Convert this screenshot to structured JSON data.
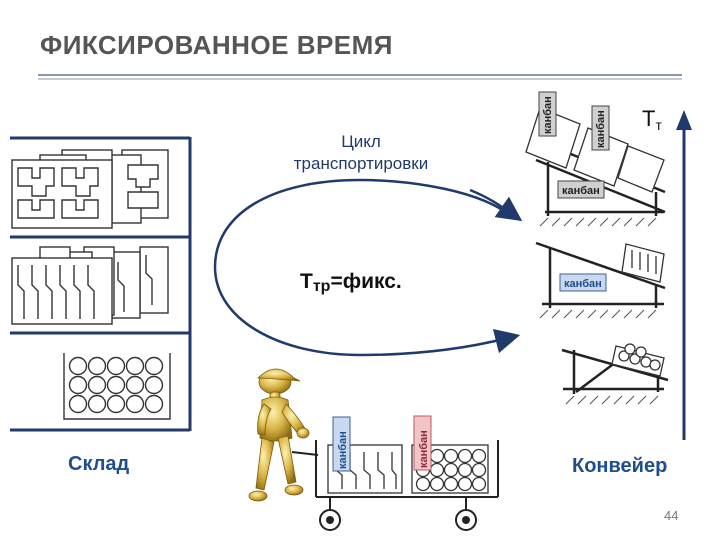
{
  "title": "ФИКСИРОВАННОЕ ВРЕМЯ",
  "cycle_label_line1": "Цикл",
  "cycle_label_line2": "транспортировки",
  "formula": {
    "main": "Т",
    "sub": "тр",
    "rest": "=фикс."
  },
  "warehouse_label": "Склад",
  "conveyor_label": "Конвейер",
  "takt": {
    "main": "Т",
    "sub": "т"
  },
  "kanban_label": "канбан",
  "page_number": "44",
  "colors": {
    "title": "#555555",
    "accent_blue": "#1f4e8c",
    "arrow_blue": "#1f3a6b",
    "kanban_blue": "#c9d8ee",
    "kanban_pink": "#f2c4c8",
    "kanban_gray": "#d0d0d0",
    "figure_gold": "#c9a43a"
  }
}
